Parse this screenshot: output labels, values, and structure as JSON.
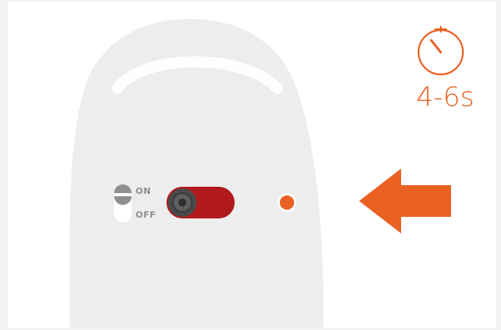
{
  "switch": {
    "on_label": "ON",
    "off_label": "OFF",
    "state": "on"
  },
  "timer": {
    "icon": "stopwatch-icon",
    "duration_text": "4-6s"
  },
  "colors": {
    "accent": "#ea6124",
    "button_red": "#b01a1d",
    "device_body": "#ededed",
    "toggle_gray": "#8f8f8f"
  }
}
